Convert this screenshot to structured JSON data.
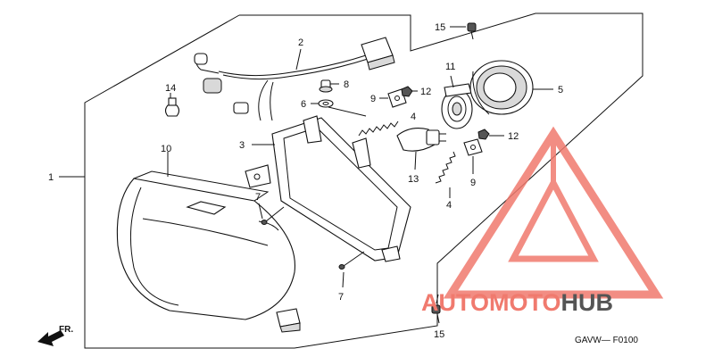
{
  "diagram": {
    "callouts": [
      {
        "id": "c1",
        "text": "1"
      },
      {
        "id": "c2",
        "text": "2"
      },
      {
        "id": "c3",
        "text": "3"
      },
      {
        "id": "c4a",
        "text": "4"
      },
      {
        "id": "c4b",
        "text": "4"
      },
      {
        "id": "c5",
        "text": "5"
      },
      {
        "id": "c6",
        "text": "6"
      },
      {
        "id": "c7a",
        "text": "7"
      },
      {
        "id": "c7b",
        "text": "7"
      },
      {
        "id": "c8",
        "text": "8"
      },
      {
        "id": "c9a",
        "text": "9"
      },
      {
        "id": "c9b",
        "text": "9"
      },
      {
        "id": "c10",
        "text": "10"
      },
      {
        "id": "c11",
        "text": "11"
      },
      {
        "id": "c12a",
        "text": "12"
      },
      {
        "id": "c12b",
        "text": "12"
      },
      {
        "id": "c13",
        "text": "13"
      },
      {
        "id": "c14",
        "text": "14"
      },
      {
        "id": "c15a",
        "text": "15"
      },
      {
        "id": "c15b",
        "text": "15"
      }
    ],
    "front_arrow_label": "FR.",
    "diagram_code": "GAVW— F0100"
  },
  "watermark": {
    "part1": "AUTOMOTO",
    "part2": "HUB",
    "color_primary": "#f07a6e",
    "color_accent": "#f2b04a",
    "color_dark": "#555555"
  }
}
